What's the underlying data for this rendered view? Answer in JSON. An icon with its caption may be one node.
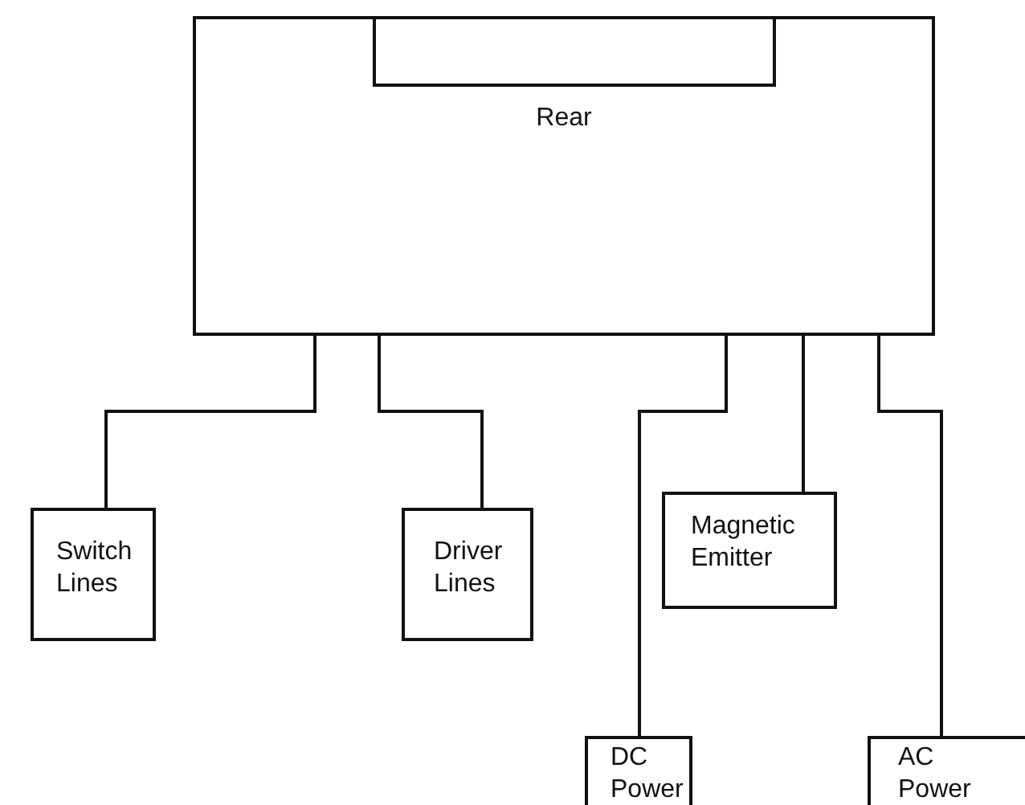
{
  "diagram": {
    "nodes": [
      {
        "text": [
          "Rear"
        ]
      },
      {
        "text": [],
        "shape": "box",
        "in": 0
      },
      {
        "text": [
          "Switch Lines"
        ]
      },
      {
        "text": [
          "Driver Lines"
        ]
      },
      {
        "text": [
          "Magnetic Emitter"
        ]
      },
      {
        "text": [
          "DC Power"
        ]
      },
      {
        "text": [
          "AC Power"
        ]
      }
    ],
    "edges": [
      {
        "from": 0,
        "to": 2,
        "arrow": "none"
      },
      {
        "from": 0,
        "to": 3,
        "arrow": "none"
      },
      {
        "from": 0,
        "to": 5,
        "arrow": "none"
      },
      {
        "from": 0,
        "to": 4,
        "arrow": "none"
      },
      {
        "from": 0,
        "to": 6,
        "arrow": "none"
      }
    ]
  }
}
